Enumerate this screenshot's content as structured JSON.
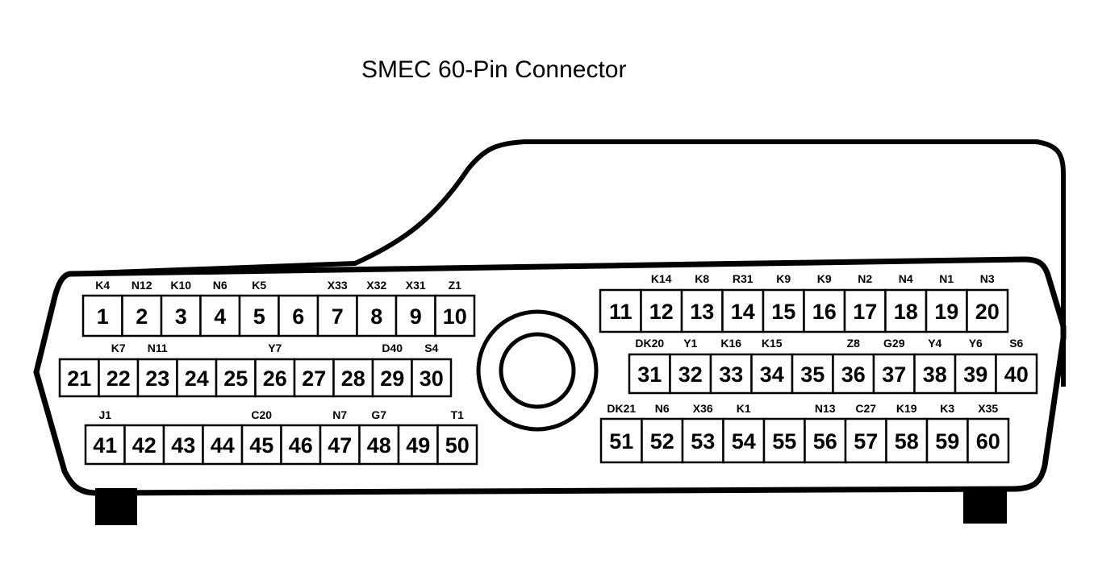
{
  "title": "SMEC 60-Pin Connector",
  "left_rows": [
    [
      {
        "num": "1",
        "code": "K4"
      },
      {
        "num": "2",
        "code": "N12"
      },
      {
        "num": "3",
        "code": "K10"
      },
      {
        "num": "4",
        "code": "N6"
      },
      {
        "num": "5",
        "code": "K5"
      },
      {
        "num": "6",
        "code": ""
      },
      {
        "num": "7",
        "code": "X33"
      },
      {
        "num": "8",
        "code": "X32"
      },
      {
        "num": "9",
        "code": "X31"
      },
      {
        "num": "10",
        "code": "Z1"
      }
    ],
    [
      {
        "num": "21",
        "code": ""
      },
      {
        "num": "22",
        "code": "K7"
      },
      {
        "num": "23",
        "code": "N11"
      },
      {
        "num": "24",
        "code": ""
      },
      {
        "num": "25",
        "code": ""
      },
      {
        "num": "26",
        "code": "Y7"
      },
      {
        "num": "27",
        "code": ""
      },
      {
        "num": "28",
        "code": ""
      },
      {
        "num": "29",
        "code": "D40"
      },
      {
        "num": "30",
        "code": "S4"
      }
    ],
    [
      {
        "num": "41",
        "code": "J1"
      },
      {
        "num": "42",
        "code": ""
      },
      {
        "num": "43",
        "code": ""
      },
      {
        "num": "44",
        "code": ""
      },
      {
        "num": "45",
        "code": "C20"
      },
      {
        "num": "46",
        "code": ""
      },
      {
        "num": "47",
        "code": "N7"
      },
      {
        "num": "48",
        "code": "G7"
      },
      {
        "num": "49",
        "code": ""
      },
      {
        "num": "50",
        "code": "T1"
      }
    ]
  ],
  "right_rows": [
    [
      {
        "num": "11",
        "code": ""
      },
      {
        "num": "12",
        "code": "K14"
      },
      {
        "num": "13",
        "code": "K8"
      },
      {
        "num": "14",
        "code": "R31"
      },
      {
        "num": "15",
        "code": "K9"
      },
      {
        "num": "16",
        "code": "K9"
      },
      {
        "num": "17",
        "code": "N2"
      },
      {
        "num": "18",
        "code": "N4"
      },
      {
        "num": "19",
        "code": "N1"
      },
      {
        "num": "20",
        "code": "N3"
      }
    ],
    [
      {
        "num": "31",
        "code": "DK20"
      },
      {
        "num": "32",
        "code": "Y1"
      },
      {
        "num": "33",
        "code": "K16"
      },
      {
        "num": "34",
        "code": "K15"
      },
      {
        "num": "35",
        "code": ""
      },
      {
        "num": "36",
        "code": "Z8"
      },
      {
        "num": "37",
        "code": "G29"
      },
      {
        "num": "38",
        "code": "Y4"
      },
      {
        "num": "39",
        "code": "Y6"
      },
      {
        "num": "40",
        "code": "S6"
      }
    ],
    [
      {
        "num": "51",
        "code": "DK21"
      },
      {
        "num": "52",
        "code": "N6"
      },
      {
        "num": "53",
        "code": "X36"
      },
      {
        "num": "54",
        "code": "K1"
      },
      {
        "num": "55",
        "code": ""
      },
      {
        "num": "56",
        "code": "N13"
      },
      {
        "num": "57",
        "code": "C27"
      },
      {
        "num": "58",
        "code": "K19"
      },
      {
        "num": "59",
        "code": "K3"
      },
      {
        "num": "60",
        "code": "X35"
      }
    ]
  ]
}
